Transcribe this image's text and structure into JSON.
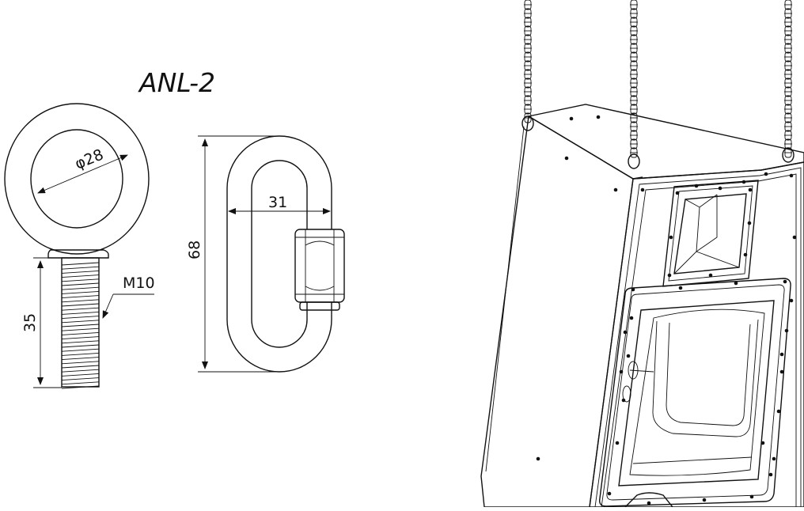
{
  "figure": {
    "title": "ANL-2",
    "dimensions": {
      "ring_inner_diameter": "φ28",
      "bolt_length": "35",
      "thread_size": "M10",
      "link_width": "31",
      "link_length": "68"
    },
    "colors": {
      "line": "#111111",
      "background": "#ffffff"
    }
  }
}
